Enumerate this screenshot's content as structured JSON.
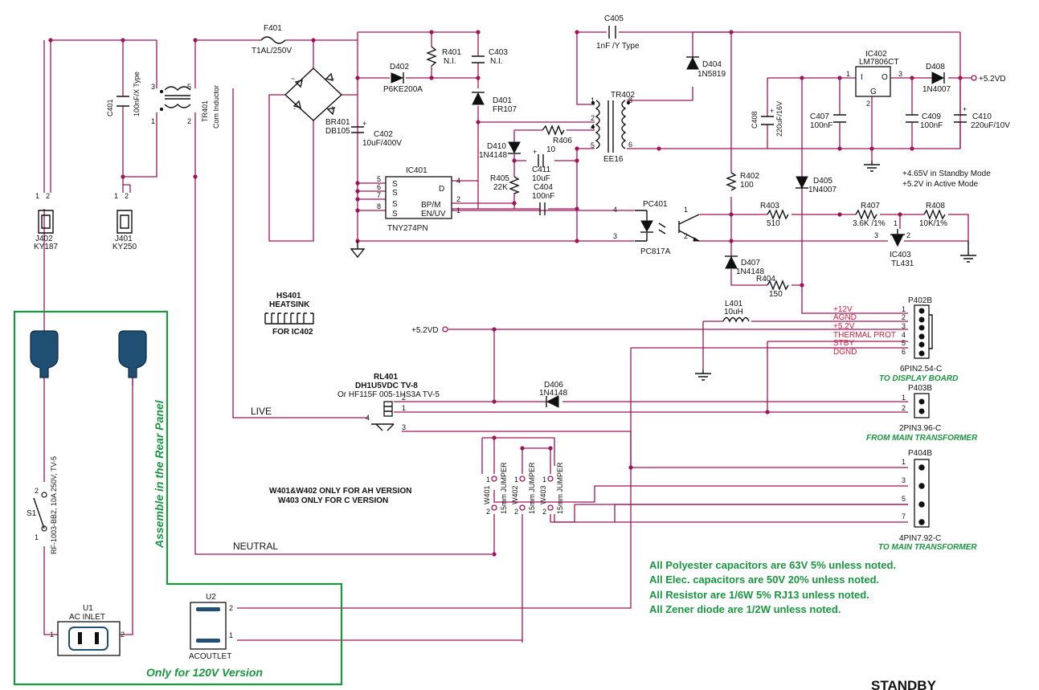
{
  "components": {
    "f401": {
      "ref": "F401",
      "value": "T1AL/250V"
    },
    "c401": {
      "ref": "C401",
      "value": "100nF/X Type"
    },
    "tr401": {
      "ref": "TR401",
      "value": "Com Inductor"
    },
    "br401": {
      "ref": "BR401",
      "value": "DB105"
    },
    "c402": {
      "ref": "C402",
      "value": "10uF/400V"
    },
    "d402": {
      "ref": "D402",
      "value": "P6KE200A"
    },
    "r401": {
      "ref": "R401",
      "value": "N.I."
    },
    "c403": {
      "ref": "C403",
      "value": "N.I."
    },
    "d401": {
      "ref": "D401",
      "value": "FR107"
    },
    "c405": {
      "ref": "C405",
      "value": "1nF /Y Type"
    },
    "tr402": {
      "ref": "TR402",
      "value": "EE16"
    },
    "d410": {
      "ref": "D410",
      "value": "1N4148"
    },
    "r406": {
      "ref": "R406",
      "value": "10"
    },
    "c411": {
      "ref": "C411",
      "value": "10uF"
    },
    "r405": {
      "ref": "R405",
      "value": "22K"
    },
    "c404": {
      "ref": "C404",
      "value": "100nF"
    },
    "ic401": {
      "ref": "IC401",
      "value": "TNY274PN",
      "pins": [
        "S",
        "S",
        "S",
        "S",
        "D",
        "BP/M",
        "EN/UV"
      ]
    },
    "d404": {
      "ref": "D404",
      "value": "1N5819"
    },
    "ic402": {
      "ref": "IC402",
      "value": "LM7806CT",
      "pins": [
        "I",
        "O",
        "G"
      ]
    },
    "d408": {
      "ref": "D408",
      "value": "1N4007"
    },
    "c408": {
      "ref": "C408",
      "value": "220uF/16V"
    },
    "c407": {
      "ref": "C407",
      "value": "100nF"
    },
    "c409": {
      "ref": "C409",
      "value": "100nF"
    },
    "c410": {
      "ref": "C410",
      "value": "220uF/10V"
    },
    "r402": {
      "ref": "R402",
      "value": "100"
    },
    "d405": {
      "ref": "D405",
      "value": "1N4007"
    },
    "pc401": {
      "ref": "PC401",
      "value": "PC817A"
    },
    "r403": {
      "ref": "R403",
      "value": "510"
    },
    "r407": {
      "ref": "R407",
      "value": "3.6K  /1%"
    },
    "r408": {
      "ref": "R408",
      "value": "10K/1%"
    },
    "ic403": {
      "ref": "IC403",
      "value": "TL431"
    },
    "d407": {
      "ref": "D407",
      "value": "1N4148"
    },
    "r404": {
      "ref": "R404",
      "value": "150"
    },
    "l401": {
      "ref": "L401",
      "value": "10uH"
    },
    "hs401": {
      "ref": "HS401",
      "value": "HEATSINK",
      "note": "FOR IC402"
    },
    "rl401": {
      "ref": "RL401",
      "value": "DH1U5VDC TV-8",
      "alt": "Or HF115F 005-1HS3A TV-5"
    },
    "d406": {
      "ref": "D406",
      "value": "1N4148"
    },
    "j402": {
      "ref": "J402",
      "value": "KY187"
    },
    "j401": {
      "ref": "J401",
      "value": "KY250"
    },
    "s1": {
      "ref": "S1",
      "value": "RF-1003-BB2, 10A 250V, TV-5"
    },
    "u1": {
      "ref": "U1",
      "value": "AC INLET"
    },
    "u2": {
      "ref": "U2",
      "value": "ACOUTLET"
    },
    "w401": {
      "ref": "W401",
      "value": "15mm JUMPER"
    },
    "w402": {
      "ref": "W402",
      "value": "15mm JUMPER"
    },
    "w403": {
      "ref": "W403",
      "value": "15mm JUMPER"
    }
  },
  "connectors": {
    "p402b": {
      "ref": "P402B",
      "type": "6PIN2.54-C",
      "caption": "TO DISPLAY BOARD",
      "signals": [
        "+12V",
        "AGND",
        "+5.2V",
        "THERMAL PROT",
        "STBY",
        "DGND"
      ]
    },
    "p403b": {
      "ref": "P403B",
      "type": "2PIN3.96-C",
      "caption": "FROM MAIN TRANSFORMER"
    },
    "p404b": {
      "ref": "P404B",
      "type": "4PIN7.92-C",
      "caption": "TO MAIN TRANSFORMER"
    }
  },
  "nets": {
    "vout": "+5.2VD",
    "vout_in": "+5.2VD",
    "live": "LIVE",
    "neutral": "NEUTRAL"
  },
  "labels": {
    "mode_standby": "+4.65V in Standby Mode",
    "mode_active": "+5.2V in Active Mode",
    "w_note_1": "W401&W402 ONLY FOR AH VERSION",
    "w_note_2": "W403 ONLY  FOR C VERSION",
    "rear_panel": "Assemble in the Rear Panel",
    "v120": "Only for 120V Version",
    "footer": "STANDBY"
  },
  "notes": [
    "All Polyester capacitors are 63V 5% unless noted.",
    "All Elec. capacitors are 50V 20% unless noted.",
    "All Resistor are 1/6W 5% RJ13 unless noted.",
    "All Zener diode are 1/2W unless noted."
  ],
  "colors": {
    "wire": "#a0135a",
    "signal": "#d21e3c",
    "annotation": "#1a9640"
  }
}
